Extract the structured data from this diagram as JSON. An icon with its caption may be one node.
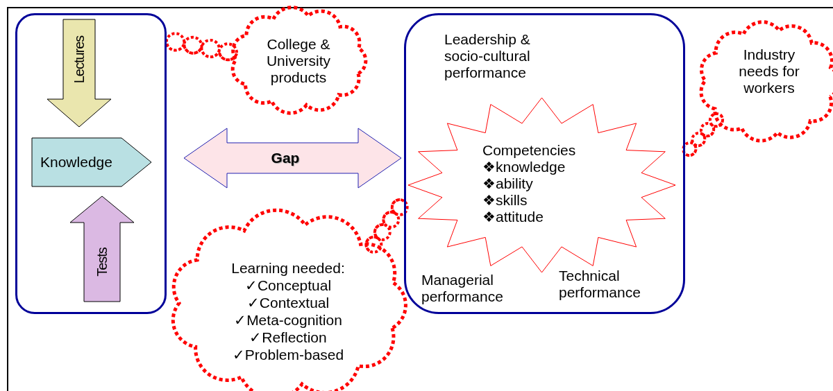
{
  "diagram": {
    "nodes": [
      {
        "text": [],
        "shape": "box"
      },
      {
        "text": [
          "Lectures"
        ],
        "in": 0
      },
      {
        "text": [
          "Knowledge"
        ],
        "in": 0
      },
      {
        "text": [
          "Tests"
        ],
        "in": 0
      },
      {
        "text": [
          "College & University products"
        ]
      },
      {
        "text": [
          "Leadership & socio-cultural performance",
          "Managerial performance",
          "Technical performance"
        ]
      },
      {
        "text": [
          "Competencies",
          "❖knowledge",
          "❖ability",
          "❖skills",
          "❖attitude"
        ],
        "in": 5
      },
      {
        "text": [
          "Industry needs for workers"
        ]
      },
      {
        "text": [
          "Learning needed:",
          "✓Conceptual",
          "✓Contextual",
          "✓Meta-cognition",
          "✓Reflection",
          "✓Problem-based"
        ]
      }
    ],
    "edges": [
      {
        "from": 0,
        "to": 5,
        "arrow": "both",
        "label": "Gap",
        "style": "thick",
        "color": "#2020b0"
      },
      {
        "from": 4,
        "to": 0,
        "arrow": "none",
        "style": "dashed"
      },
      {
        "from": 7,
        "to": 5,
        "arrow": "none",
        "style": "dashed"
      },
      {
        "from": 8,
        "to": 5,
        "arrow": "none",
        "style": "dashed"
      }
    ]
  }
}
